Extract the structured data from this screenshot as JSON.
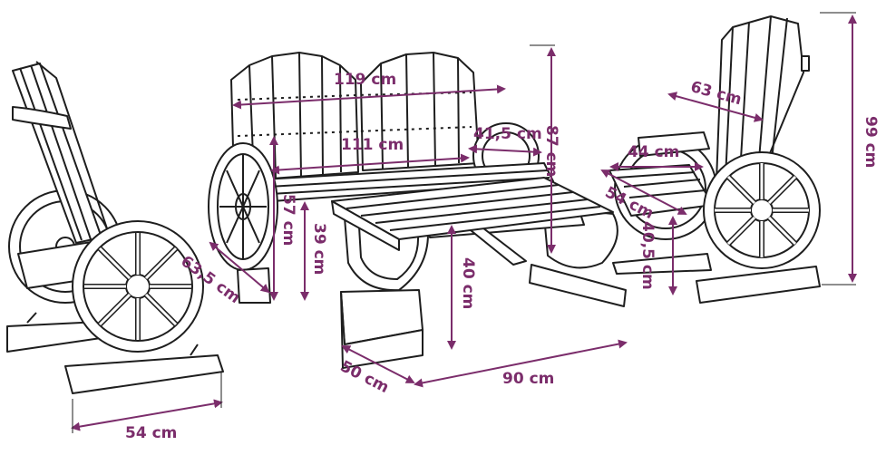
{
  "accent_color": "#7b2d6b",
  "line_color": "#1e1e1e",
  "objects": [
    {
      "name": "left-armchair-wagon-wheel"
    },
    {
      "name": "bench-wagon-wheel"
    },
    {
      "name": "coffee-table"
    },
    {
      "name": "right-armchair-wagon-wheel"
    }
  ],
  "dimensions": {
    "left_chair_depth": "63,5 cm",
    "left_chair_width": "54 cm",
    "bench_length": "119 cm",
    "bench_seat_length": "111 cm",
    "bench_height": "87 cm",
    "bench_armrest_height": "57 cm",
    "bench_seat_height": "39 cm",
    "bench_seat_depth": "41,5 cm",
    "table_height": "40 cm",
    "table_depth": "50 cm",
    "table_length": "90 cm",
    "right_chair_back_width": "63 cm",
    "right_chair_seat_width": "44 cm",
    "right_chair_depth": "54 cm",
    "right_chair_seat_height": "40,5 cm",
    "right_chair_height": "99 cm"
  }
}
